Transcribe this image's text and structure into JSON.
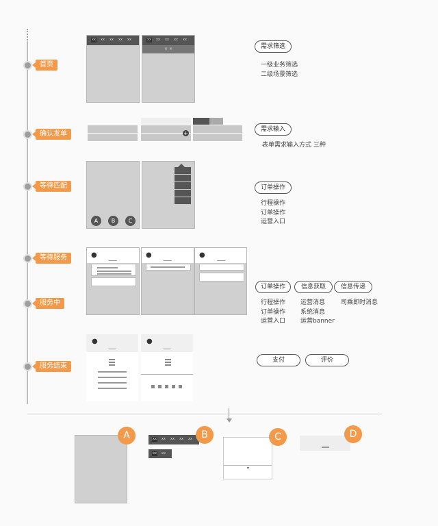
{
  "stages": [
    "首页",
    "确认发单",
    "等待匹配",
    "等待服务",
    "服务中",
    "服务结束"
  ],
  "tabs": {
    "label": "xx",
    "more": "× ×"
  },
  "home": {
    "filter_btn": "需求筛选",
    "notes": [
      "一级业务筛选",
      "二级场景筛选"
    ]
  },
  "confirm": {
    "input_btn": "需求输入",
    "note": "表单需求输入方式 三种",
    "plus": "+"
  },
  "waiting": {
    "order_btn": "订单操作",
    "notes": [
      "行程操作",
      "订单操作",
      "运营入口"
    ],
    "circles": [
      "A",
      "B",
      "C"
    ]
  },
  "service": {
    "buttons": [
      "订单操作",
      "信息获取",
      "信息传递"
    ],
    "col1": [
      "行程操作",
      "订单操作",
      "运营入口"
    ],
    "col2": [
      "运营消息",
      "系统消息",
      "运营banner"
    ],
    "col3": [
      "司乘即时消息"
    ]
  },
  "end": {
    "pay_btn": "支付",
    "rate_btn": "评价"
  },
  "components": {
    "labels": [
      "A",
      "B",
      "C",
      "D"
    ]
  },
  "icons": {
    "avatar": "person-icon",
    "arrow": "down-arrow-icon"
  },
  "colors": {
    "accent": "#f2994a",
    "grey_panel": "#d0d0d0",
    "dark_bar": "#555555"
  }
}
